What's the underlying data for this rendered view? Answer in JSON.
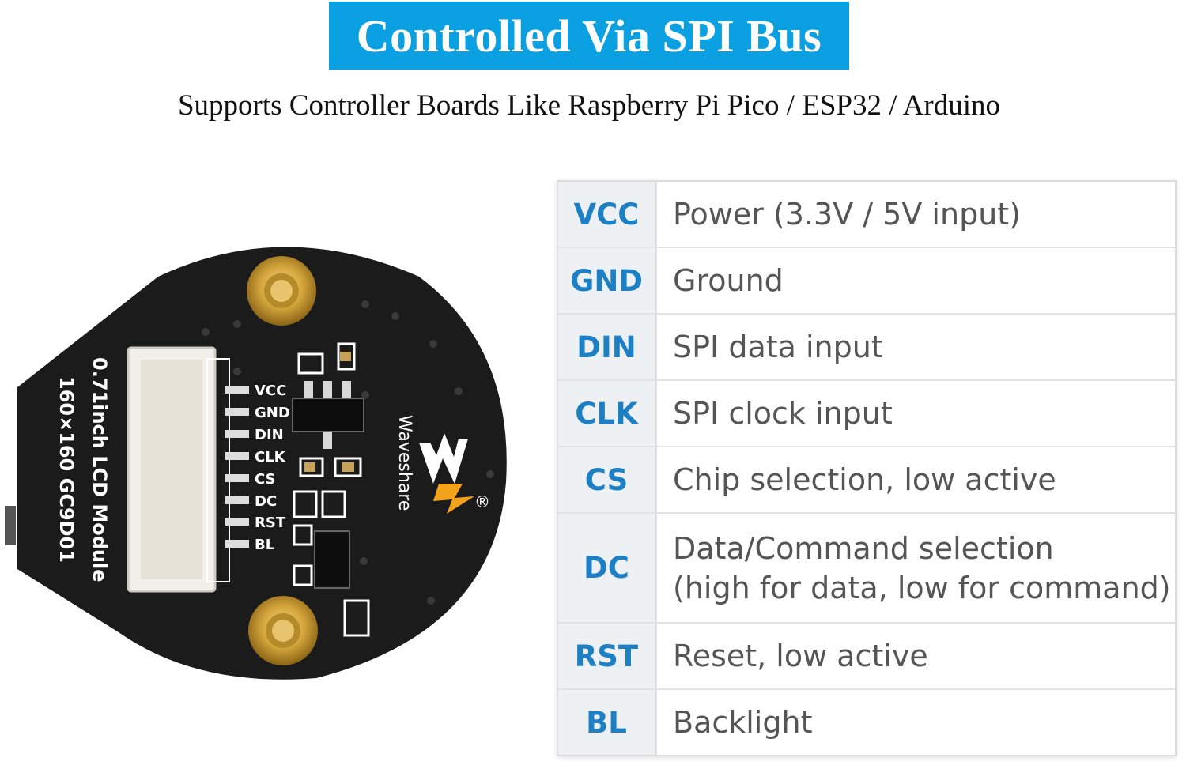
{
  "title": "Controlled Via SPI Bus",
  "subtitle": "Supports Controller Boards Like Raspberry Pi Pico / ESP32 / Arduino",
  "board": {
    "module_line1": "0.71inch LCD Module",
    "module_line2": "160×160   GC9D01",
    "brand": "Waveshare",
    "registered": "®",
    "silk_pins": [
      "VCC",
      "GND",
      "DIN",
      "CLK",
      "CS",
      "DC",
      "RST",
      "BL"
    ]
  },
  "pins": [
    {
      "name": "VCC",
      "desc": "Power (3.3V / 5V input)"
    },
    {
      "name": "GND",
      "desc": "Ground"
    },
    {
      "name": "DIN",
      "desc": "SPI data input"
    },
    {
      "name": "CLK",
      "desc": "SPI clock input"
    },
    {
      "name": "CS",
      "desc": "Chip selection, low active"
    },
    {
      "name": "DC",
      "desc": "Data/Command selection",
      "desc2": "(high for data, low for command)"
    },
    {
      "name": "RST",
      "desc": "Reset, low active"
    },
    {
      "name": "BL",
      "desc": "Backlight"
    }
  ],
  "colors": {
    "accent": "#0aa0e2",
    "pin_name": "#1d7fc4",
    "board": "#1b1b1b",
    "gold": "#d4a53c"
  }
}
